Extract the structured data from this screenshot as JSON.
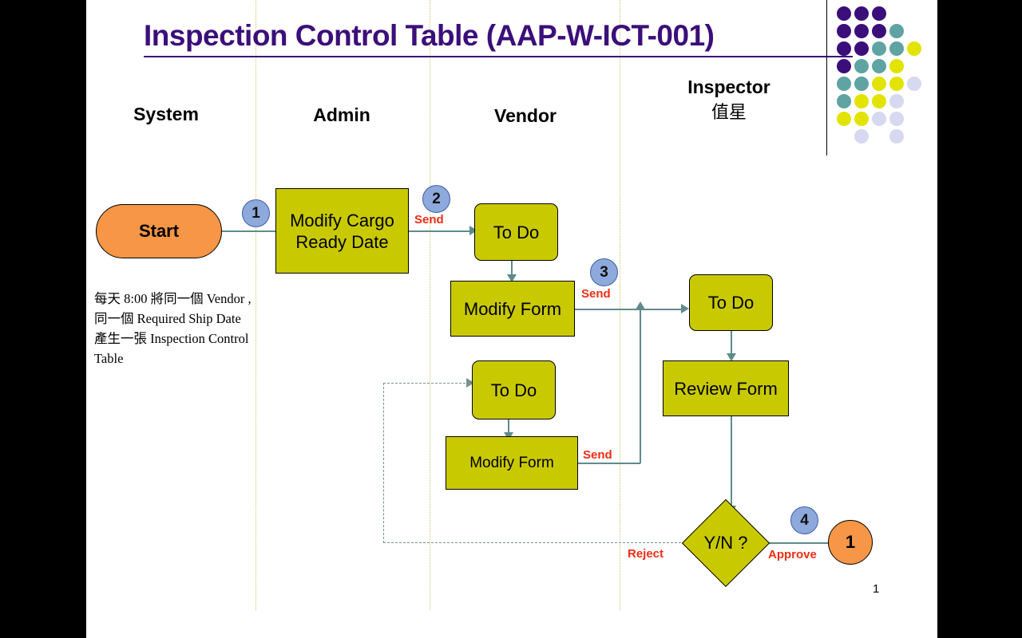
{
  "slide": {
    "title": "Inspection Control Table (AAP-W-ICT-001)",
    "page_number": "1",
    "title_color": "#3b0f7a",
    "process_fill": "#c9c900",
    "terminator_fill": "#f79646",
    "badge_fill": "#8ea9db",
    "connector_color": "#5e8b8b",
    "label_color": "#ef2d13"
  },
  "lanes": [
    {
      "label": "System",
      "sub": ""
    },
    {
      "label": "Admin",
      "sub": ""
    },
    {
      "label": "Vendor",
      "sub": ""
    },
    {
      "label": "Inspector",
      "sub": "值星"
    }
  ],
  "note": "每天 8:00 將同一個 Vendor , 同一個 Required Ship Date 產生一張 Inspection Control Table",
  "nodes": {
    "start": "Start",
    "modify_cargo_ready_date": "Modify Cargo Ready Date",
    "todo_vendor_1": "To Do",
    "modify_form_1": "Modify Form",
    "todo_vendor_2": "To Do",
    "modify_form_2": "Modify Form",
    "todo_inspector": "To Do",
    "review_form": "Review Form",
    "decision": "Y/N ?",
    "end": "1"
  },
  "badges": [
    {
      "id": "1",
      "text": "1"
    },
    {
      "id": "2",
      "text": "2"
    },
    {
      "id": "3",
      "text": "3"
    },
    {
      "id": "4",
      "text": "4"
    }
  ],
  "edge_labels": {
    "send_1": "Send",
    "send_2": "Send",
    "send_3": "Send",
    "reject": "Reject",
    "approve": "Approve"
  },
  "dots": {
    "colors": {
      "purple": "#3b0f7a",
      "teal": "#5fa3a3",
      "yellow": "#e3e300",
      "lavender": "#d6d9ef"
    },
    "grid": [
      [
        "purple",
        "purple",
        "purple",
        "",
        ""
      ],
      [
        "purple",
        "purple",
        "purple",
        "teal",
        ""
      ],
      [
        "purple",
        "purple",
        "teal",
        "teal",
        "yellow"
      ],
      [
        "purple",
        "teal",
        "teal",
        "yellow",
        ""
      ],
      [
        "teal",
        "teal",
        "yellow",
        "yellow",
        "lavender"
      ],
      [
        "teal",
        "yellow",
        "yellow",
        "lavender",
        ""
      ],
      [
        "yellow",
        "yellow",
        "lavender",
        "lavender",
        ""
      ],
      [
        "",
        "lavender",
        "",
        "lavender",
        ""
      ]
    ]
  }
}
